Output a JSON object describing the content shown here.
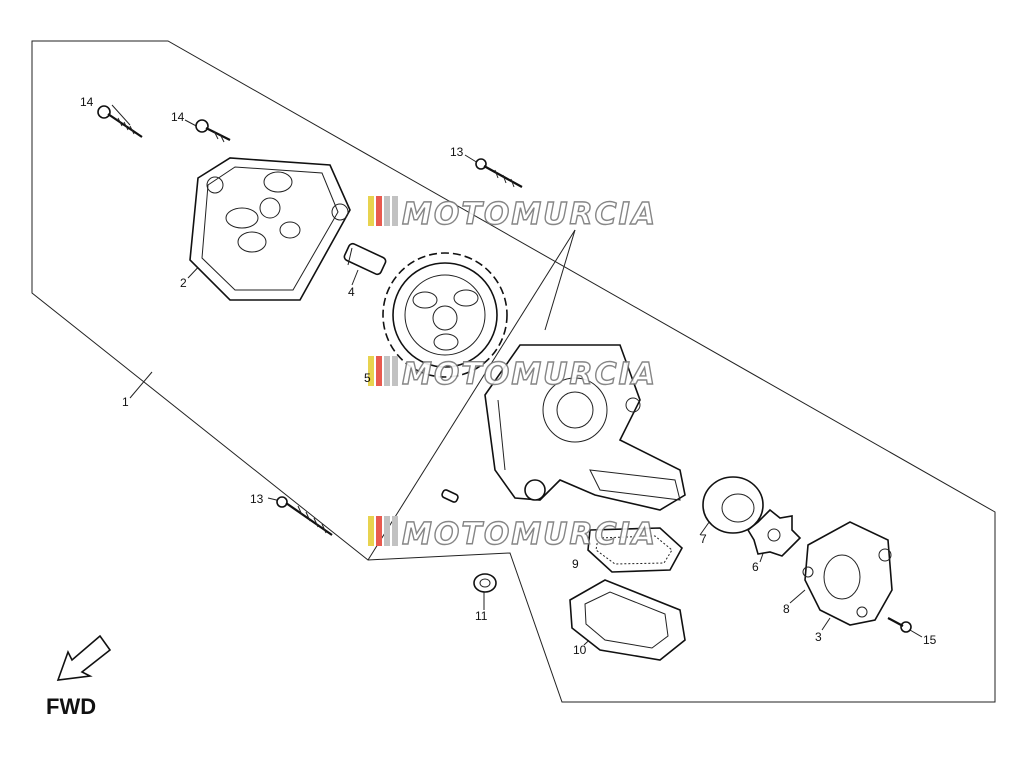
{
  "callouts": [
    {
      "id": "c14a",
      "text": "14"
    },
    {
      "id": "c14b",
      "text": "14"
    },
    {
      "id": "c13a",
      "text": "13"
    },
    {
      "id": "c2",
      "text": "2"
    },
    {
      "id": "c4",
      "text": "4"
    },
    {
      "id": "c5",
      "text": "5"
    },
    {
      "id": "c1",
      "text": "1"
    },
    {
      "id": "c13b",
      "text": "13"
    },
    {
      "id": "c7",
      "text": "7"
    },
    {
      "id": "c9",
      "text": "9"
    },
    {
      "id": "c6",
      "text": "6"
    },
    {
      "id": "c8",
      "text": "8"
    },
    {
      "id": "c3",
      "text": "3"
    },
    {
      "id": "c15",
      "text": "15"
    },
    {
      "id": "c11",
      "text": "11"
    },
    {
      "id": "c10",
      "text": "10"
    }
  ],
  "watermark": {
    "text": "MOTOMURCIA"
  },
  "direction": {
    "label": "FWD"
  }
}
